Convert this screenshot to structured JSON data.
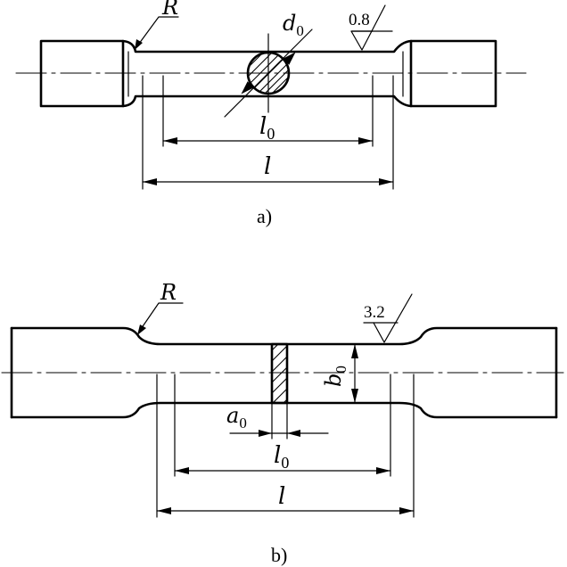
{
  "figure_a": {
    "caption": "a)",
    "radius_label": "R",
    "diameter_label": "d",
    "diameter_sub": "0",
    "gauge_label": "l",
    "gauge_sub": "0",
    "length_label": "l",
    "roughness_value": "0.8"
  },
  "figure_b": {
    "caption": "b)",
    "radius_label": "R",
    "thickness_label": "a",
    "thickness_sub": "0",
    "width_label": "b",
    "width_sub": "0",
    "gauge_label": "l",
    "gauge_sub": "0",
    "length_label": "l",
    "roughness_value": "3.2"
  }
}
